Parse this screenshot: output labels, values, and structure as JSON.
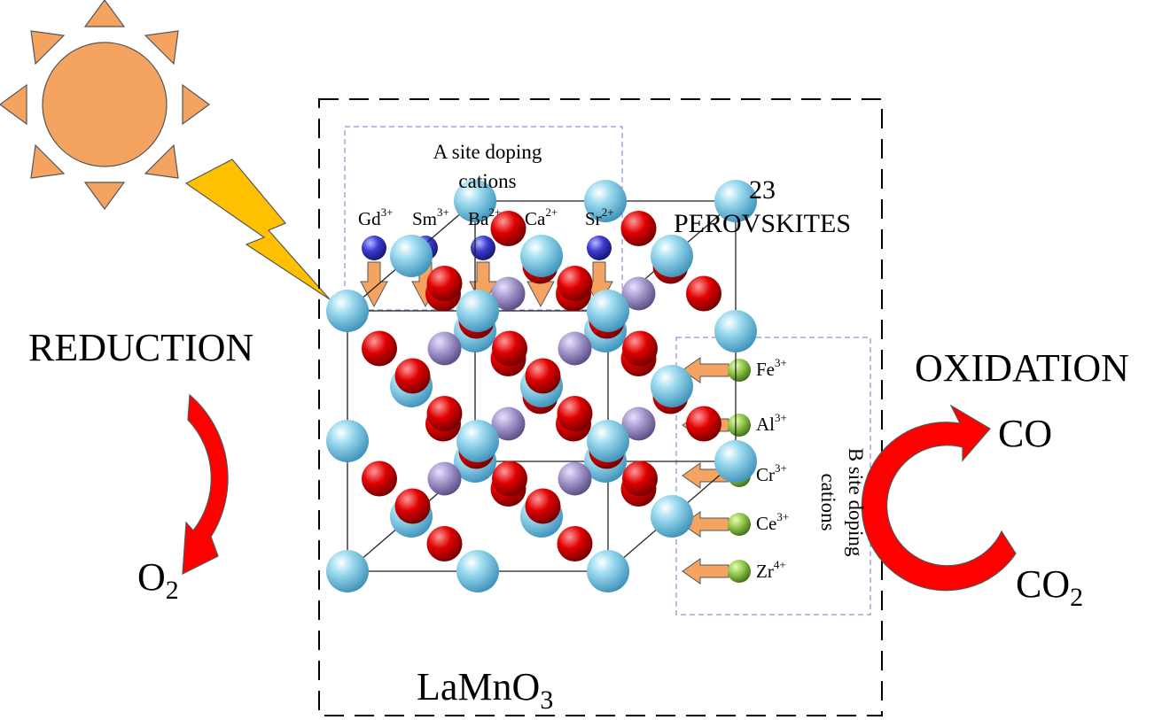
{
  "labels": {
    "reduction": "REDUCTION",
    "oxidation": "OXIDATION",
    "o2_base": "O",
    "o2_sub": "2",
    "co": "CO",
    "co2_base": "CO",
    "co2_sub": "2",
    "perovskites_count": "23",
    "perovskites_word": "PEROVSKITES",
    "lamno3_base": "LaMnO",
    "lamno3_sub": "3"
  },
  "a_site": {
    "title_line1": "A site doping",
    "title_line2": "cations",
    "cations": [
      {
        "el": "Gd",
        "charge": "3+"
      },
      {
        "el": "Sm",
        "charge": "3+"
      },
      {
        "el": "Ba",
        "charge": "2+"
      },
      {
        "el": "Ca",
        "charge": "2+"
      },
      {
        "el": "Sr",
        "charge": "2+"
      }
    ]
  },
  "b_site": {
    "title_line1": "B site doping",
    "title_line2": "cations",
    "cations": [
      {
        "el": "Fe",
        "charge": "3+"
      },
      {
        "el": "Al",
        "charge": "3+"
      },
      {
        "el": "Cr",
        "charge": "3+"
      },
      {
        "el": "Ce",
        "charge": "3+"
      },
      {
        "el": "Zr",
        "charge": "4+"
      }
    ]
  },
  "colors": {
    "sun": "#f4a460",
    "lightning": "#ffc000",
    "cycle_arrow": "#ff0000",
    "down_arrow": "#f4a460",
    "a_cation": "#3b3bd0",
    "b_cation": "#8bc34a",
    "lattice_la": "#7ec8e3",
    "lattice_o": "#e00000",
    "lattice_mn": "#9b8ec4",
    "dashed_box": "#9090d0"
  }
}
